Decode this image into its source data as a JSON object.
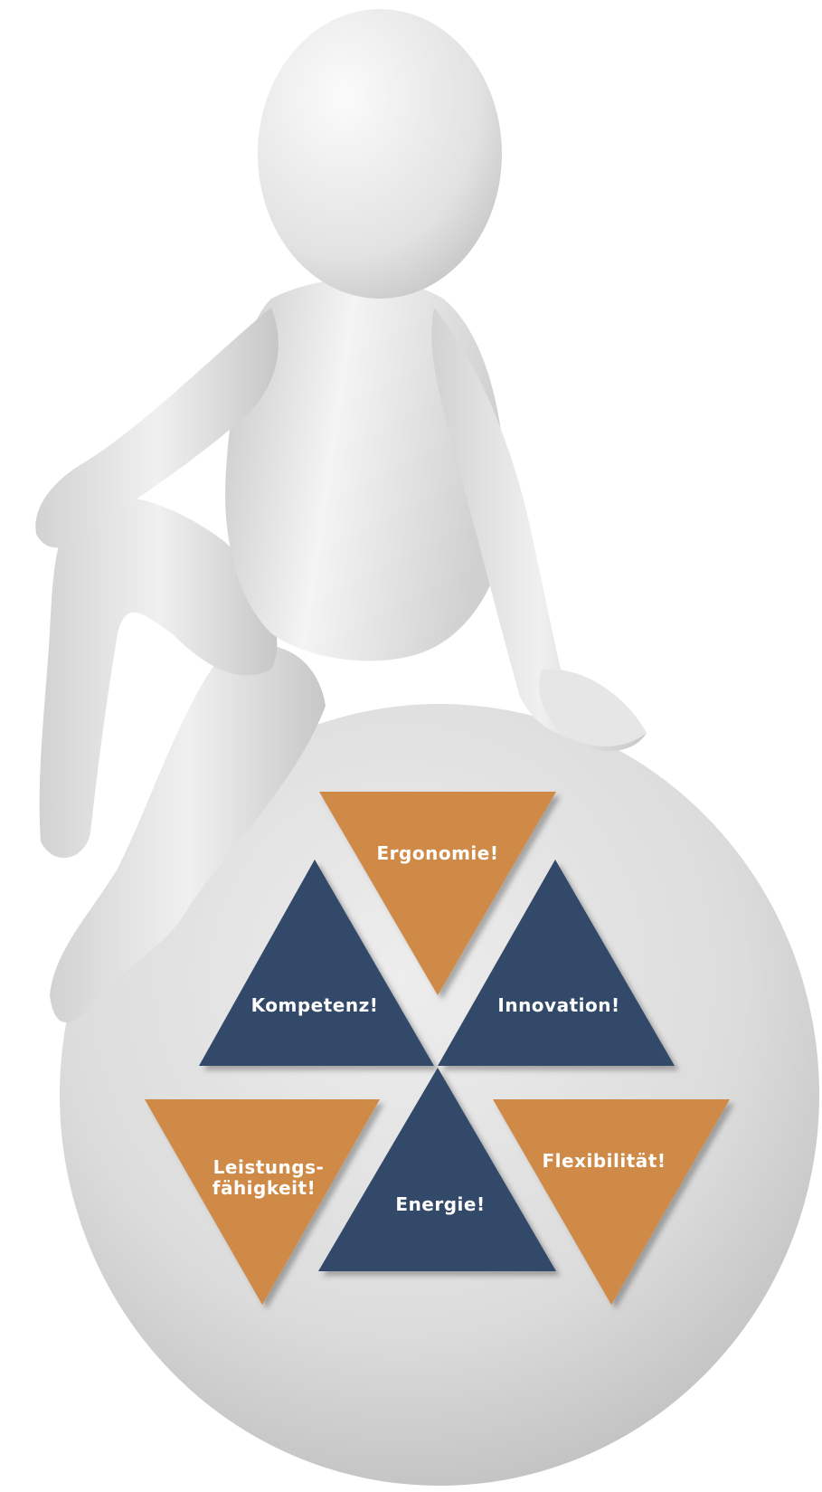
{
  "colors": {
    "orange": "#cf8a47",
    "navy": "#334a6b",
    "figure_light": "#f2f2f2",
    "figure_shadow": "#bcbcbc",
    "disc": "#d8d8d8",
    "label": "#ffffff"
  },
  "illustration": {
    "figure": "3d-white-figure-sitting-on-disc"
  },
  "triangles": [
    {
      "key": "ergonomie",
      "label": "Ergonomie!",
      "color": "orange",
      "direction": "down"
    },
    {
      "key": "kompetenz",
      "label": "Kompetenz!",
      "color": "navy",
      "direction": "up"
    },
    {
      "key": "innovation",
      "label": "Innovation!",
      "color": "navy",
      "direction": "up"
    },
    {
      "key": "leistung",
      "label_lines": [
        "Leistungs-",
        "fähigkeit!"
      ],
      "color": "orange",
      "direction": "down"
    },
    {
      "key": "energie",
      "label": "Energie!",
      "color": "navy",
      "direction": "up"
    },
    {
      "key": "flexibilitaet",
      "label": "Flexibilität!",
      "color": "orange",
      "direction": "down"
    }
  ]
}
